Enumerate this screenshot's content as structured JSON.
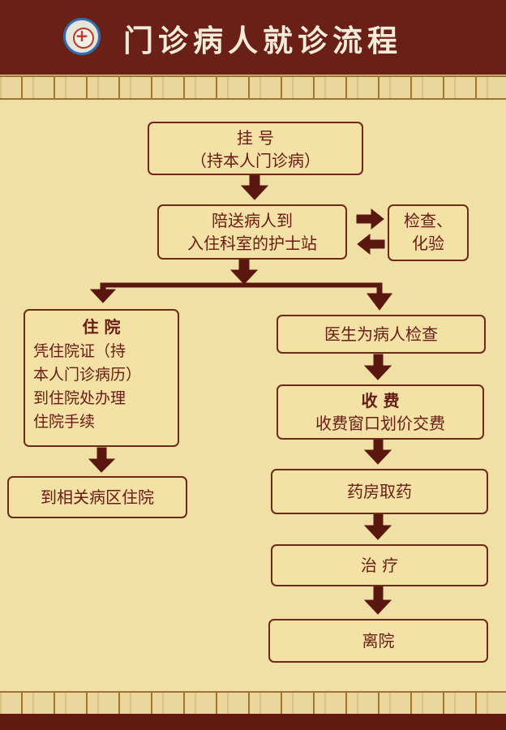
{
  "header": {
    "title": "门诊病人就诊流程",
    "logo": "hospital-cross-emblem"
  },
  "colors": {
    "header_bg": "#6a1f17",
    "panel_bg": "#f1e0a5",
    "box_border": "#6e2a18",
    "text": "#6a1b12",
    "arrow": "#5a170f"
  },
  "steps": {
    "register": {
      "title": "挂  号",
      "note": "（持本人门诊病）"
    },
    "escort": {
      "line1": "陪送病人到",
      "line2": "入住科室的护士站"
    },
    "exam": {
      "line1": "检查、",
      "line2": "化验"
    },
    "admit": {
      "title": "住  院",
      "lines": [
        "凭住院证（持",
        "本人门诊病历）",
        "到住院处办理",
        "住院手续"
      ]
    },
    "ward": {
      "label": "到相关病区住院"
    },
    "doctor": {
      "label": "医生为病人检查"
    },
    "fee": {
      "title": "收 费",
      "note": "收费窗口划价交费"
    },
    "pharmacy": {
      "label": "药房取药"
    },
    "treat": {
      "label": "治  疗"
    },
    "discharge": {
      "label": "离院"
    }
  }
}
